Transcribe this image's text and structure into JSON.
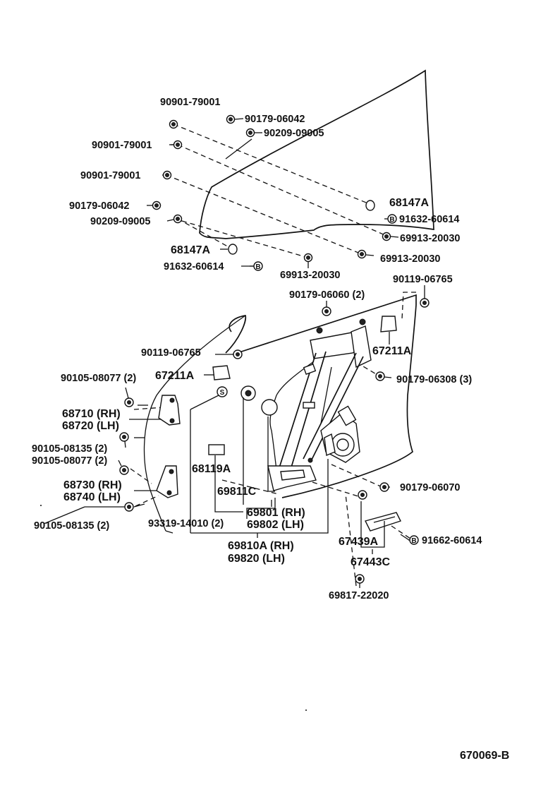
{
  "diagram_id": "670069-B",
  "symbols": {
    "s": "S",
    "b": "B"
  },
  "labels": {
    "p90901_79001_a": "90901-79001",
    "p90179_06042_a": "90179-06042",
    "p90209_09005_a": "90209-09005",
    "p90901_79001_b": "90901-79001",
    "p90901_79001_c": "90901-79001",
    "p90179_06042_b": "90179-06042",
    "p90209_09005_b": "90209-09005",
    "p68147a_a": "68147A",
    "p91632_60614_a": "91632-60614",
    "p68147a_b": "68147A",
    "p91632_60614_b": "91632-60614",
    "p69913_20030_a": "69913-20030",
    "p69913_20030_b": "69913-20030",
    "p69913_20030_c": "69913-20030",
    "p90119_06765_a": "90119-06765",
    "p90179_06060": "90179-06060 (2)",
    "p67211a_a": "67211A",
    "p90119_06765_b": "90119-06765",
    "p67211a_b": "67211A",
    "p90179_06308": "90179-06308 (3)",
    "p90105_08077_a": "90105-08077 (2)",
    "p68710": "68710 (RH)",
    "p68720": "68720 (LH)",
    "p90105_08135_a": "90105-08135 (2)",
    "p90105_08077_b": "90105-08077 (2)",
    "p68119a": "68119A",
    "p69811c": "69811C",
    "p68730": "68730 (RH)",
    "p68740": "68740 (LH)",
    "p90179_06070": "90179-06070",
    "p69801": "69801 (RH)",
    "p69802": "69802 (LH)",
    "p90105_08135_b": "90105-08135 (2)",
    "p93319_14010": "93319-14010 (2)",
    "p67439a": "67439A",
    "p91662_60614": "91662-60614",
    "p69810a": "69810A (RH)",
    "p69820": "69820   (LH)",
    "p67443c": "67443C",
    "p69817_22020": "69817-22020"
  }
}
